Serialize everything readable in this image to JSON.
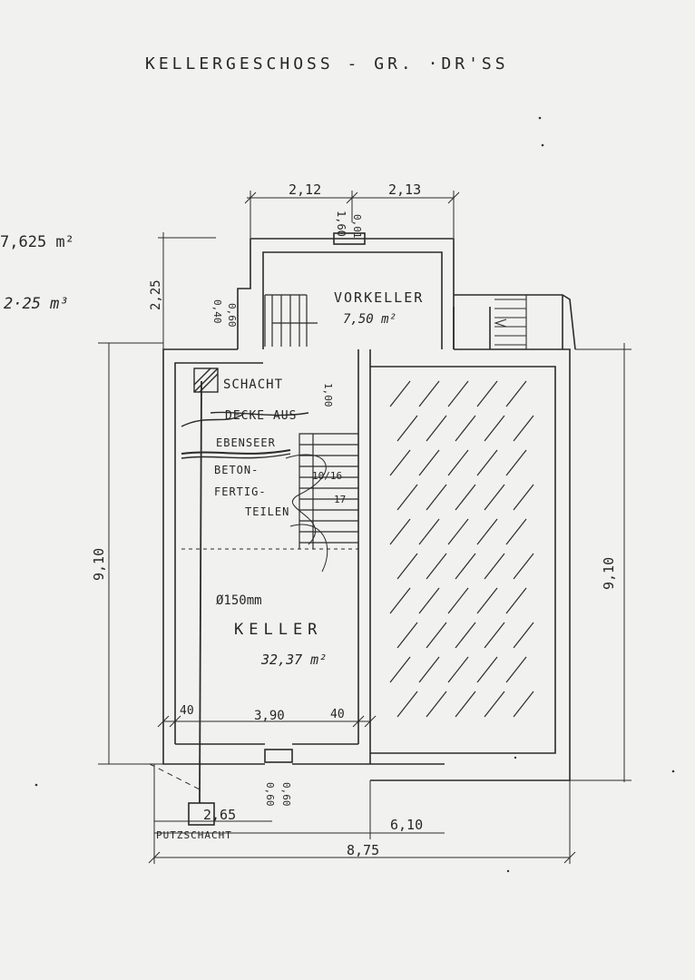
{
  "title": "KELLERGESCHOSS - GR. ·DR'SS",
  "left_notes": {
    "area": "7,625 m²",
    "volume": "2·25 m³"
  },
  "rooms": {
    "vorkeller": {
      "name": "VORKELLER",
      "area": "7,50 m²"
    },
    "keller": {
      "name": "KELLER",
      "area": "32,37 m²"
    }
  },
  "annotations": {
    "schacht": "SCHACHT",
    "decke_lines": [
      "DECKE AUS",
      "EBENSEER",
      "BETON-",
      "FERTIG-",
      "TEILEN"
    ],
    "stair_label_1": "10/16",
    "stair_label_2": "17",
    "pipe": "Ø150mm",
    "putzschacht": "PUTZSCHACHT"
  },
  "dimensions": {
    "top_left": "2,12",
    "top_right": "2,13",
    "window_top": "1,60",
    "window_top_small": "0,01",
    "left_vertical_top": "2,25",
    "left_vertical_main": "9,10",
    "right_vertical_main": "9,10",
    "door_opening_a": "0,40",
    "door_opening_b": "0,60",
    "schacht_opening": "1,00",
    "bottom_wall_left": "40",
    "bottom_inner": "3,90",
    "bottom_wall_right": "40",
    "bottom_window_a": "0,60",
    "bottom_window_b": "0,60",
    "putz_width": "2,65",
    "right_part": "6,10",
    "total": "8,75"
  }
}
